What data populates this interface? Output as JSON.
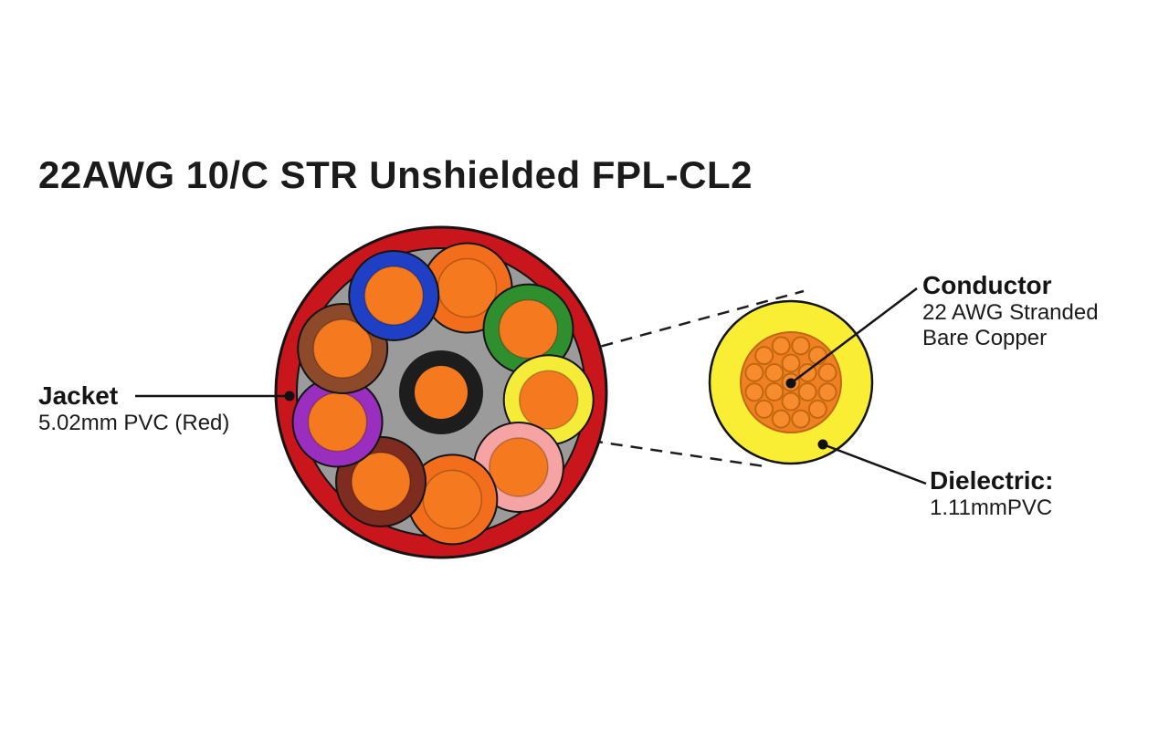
{
  "title": "22AWG 10/C STR Unshielded FPL-CL2",
  "labels": {
    "jacket": {
      "name": "Jacket",
      "desc": "5.02mm PVC (Red)"
    },
    "conductor": {
      "name": "Conductor",
      "desc_line1": "22 AWG Stranded",
      "desc_line2": "Bare Copper"
    },
    "dielectric": {
      "name": "Dielectric:",
      "desc": "1.11mmPVC"
    }
  },
  "cable": {
    "jacket_color": "#c9151c",
    "outline_color": "#141414",
    "filler_color": "#9b9b9b",
    "copper_color": "#f4791f",
    "center_conductor_color": "#1d1d1d",
    "ring_conductor_names": [
      "orange",
      "green",
      "yellow",
      "pink",
      "orange",
      "dark-red",
      "purple",
      "brown",
      "blue"
    ],
    "ring_conductor_colors": [
      "#f26e1d",
      "#2f8f2f",
      "#f5ec3a",
      "#f5a3a3",
      "#f26e1d",
      "#7e2c1f",
      "#9a2fbf",
      "#8c4a2a",
      "#1f3fc4"
    ]
  },
  "zoom_view": {
    "dielectric_color": "#f9ee34",
    "copper_fill": "#ef8122",
    "strand_fill": "#f68c2d",
    "strand_outline": "#c2660f",
    "outline_color": "#141414",
    "strand_count": 19
  }
}
